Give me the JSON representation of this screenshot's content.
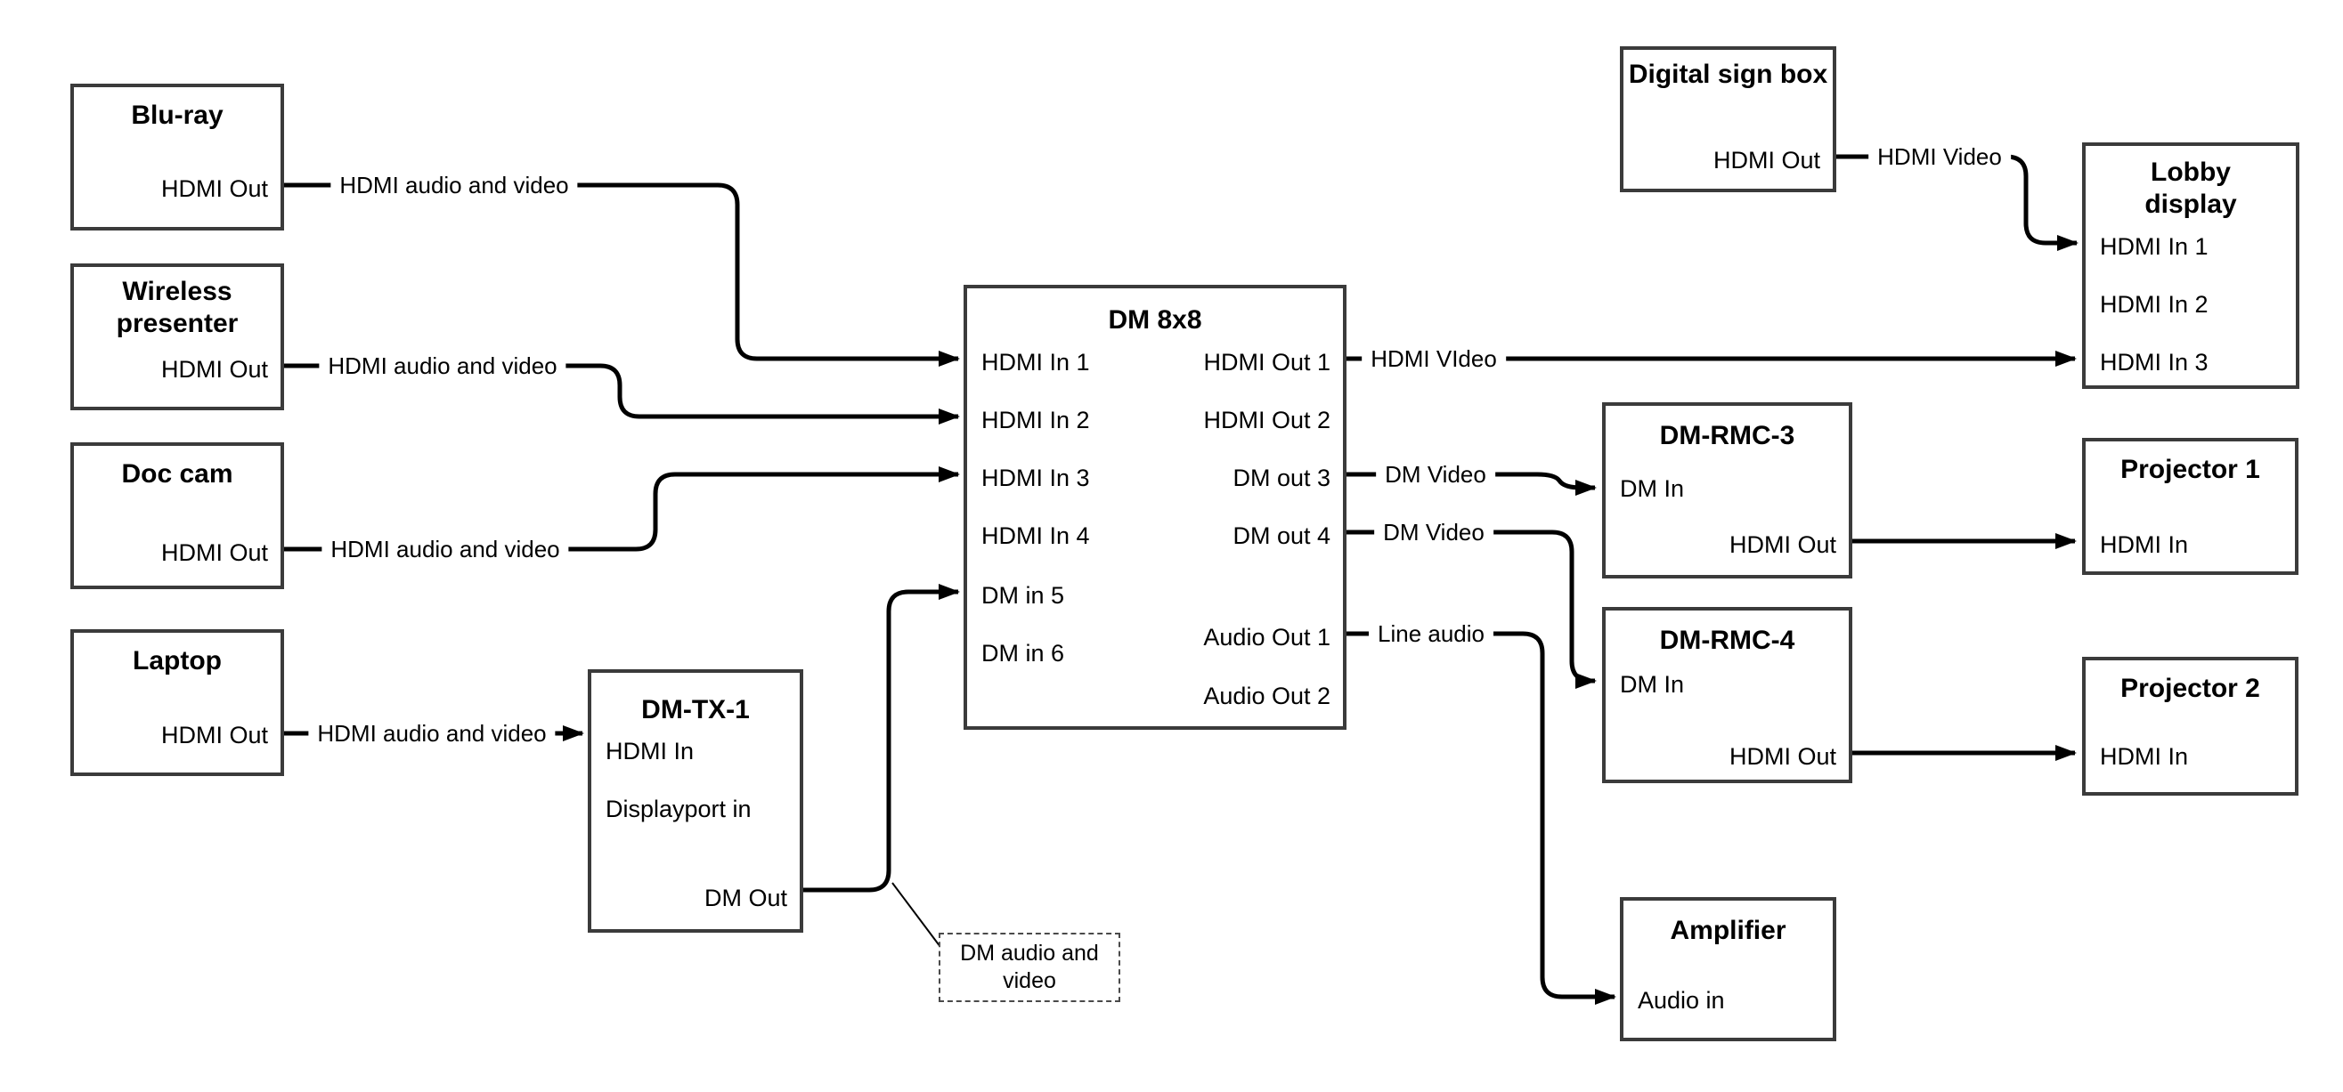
{
  "colors": {
    "line": "#000000",
    "box_border": "#3b3b3b",
    "text": "#000000",
    "background": "#ffffff"
  },
  "nodes": {
    "bluray": {
      "title": "Blu-ray",
      "hdmi_out": "HDMI Out"
    },
    "wireless_presenter": {
      "title": "Wireless presenter",
      "hdmi_out": "HDMI Out"
    },
    "doc_cam": {
      "title": "Doc cam",
      "hdmi_out": "HDMI Out"
    },
    "laptop": {
      "title": "Laptop",
      "hdmi_out": "HDMI Out"
    },
    "dm_tx_1": {
      "title": "DM-TX-1",
      "hdmi_in": "HDMI In",
      "displayport_in": "Displayport in",
      "dm_out": "DM Out"
    },
    "dm_8x8": {
      "title": "DM 8x8",
      "inputs": [
        "HDMI In 1",
        "HDMI In 2",
        "HDMI In 3",
        "HDMI In 4",
        "DM in 5",
        "DM in 6"
      ],
      "outputs": [
        "HDMI Out 1",
        "HDMI Out 2",
        "DM out 3",
        "DM out 4",
        "Audio Out 1",
        "Audio Out 2"
      ]
    },
    "digital_sign_box": {
      "title": "Digital sign box",
      "hdmi_out": "HDMI Out"
    },
    "lobby_display": {
      "title": "Lobby display",
      "inputs": [
        "HDMI In 1",
        "HDMI In 2",
        "HDMI In 3"
      ]
    },
    "dm_rmc_3": {
      "title": "DM-RMC-3",
      "dm_in": "DM In",
      "hdmi_out": "HDMI Out"
    },
    "projector_1": {
      "title": "Projector 1",
      "hdmi_in": "HDMI In"
    },
    "dm_rmc_4": {
      "title": "DM-RMC-4",
      "dm_in": "DM In",
      "hdmi_out": "HDMI Out"
    },
    "projector_2": {
      "title": "Projector 2",
      "hdmi_in": "HDMI In"
    },
    "amplifier": {
      "title": "Amplifier",
      "audio_in": "Audio in"
    }
  },
  "edges": {
    "bluray_to_dm8x8": {
      "label": "HDMI audio and video"
    },
    "wireless_to_dm8x8": {
      "label": "HDMI audio and video"
    },
    "doccam_to_dm8x8": {
      "label": "HDMI audio and video"
    },
    "laptop_to_dmtx1": {
      "label": "HDMI audio and video"
    },
    "digitalsign_to_lobby": {
      "label": "HDMI Video"
    },
    "hdmiout1_to_lobby": {
      "label": "HDMI VIdeo"
    },
    "dmout3_to_rmc3": {
      "label": "DM Video"
    },
    "dmout4_to_rmc4": {
      "label": "DM Video"
    },
    "audioout1_to_amplifier": {
      "label": "Line audio"
    }
  },
  "annotation": {
    "text": "DM audio and video"
  }
}
